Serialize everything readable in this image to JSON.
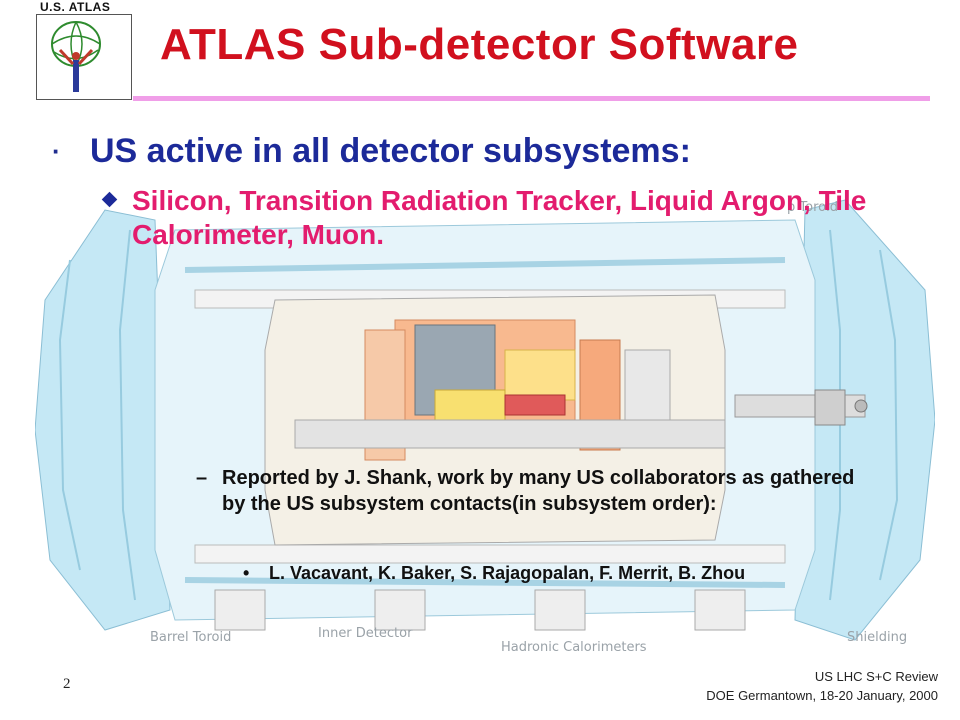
{
  "logo": {
    "text": "U.S. ATLAS"
  },
  "title": "ATLAS Sub-detector Software",
  "colors": {
    "title": "#d1101e",
    "primary_text": "#1c2a99",
    "secondary_text": "#e31c6e",
    "rule": "#f09ee8"
  },
  "bullets": {
    "level1": {
      "icon": "bullet-dot-icon",
      "text": "US active in all detector subsystems:"
    },
    "level2": {
      "icon": "diamond-bullet-icon",
      "text": "Silicon, Transition Radiation Tracker, Liquid Argon, Tile Calorimeter, Muon."
    },
    "level3": {
      "marker": "–",
      "text": "Reported by J. Shank, work by many US collaborators as gathered by the US subsystem contacts(in subsystem order):"
    },
    "level4": {
      "marker": "•",
      "text": "L. Vacavant, K. Baker, S. Rajagopalan, F. Merrit, B. Zhou"
    }
  },
  "detector_labels": {
    "barrel_toroid": "Barrel Toroid",
    "inner_detector": "Inner Detector",
    "hadronic_calorimeters": "Hadronic Calorimeters",
    "shielding": "Shielding",
    "endcap_toroid_fragment": "p Toroid"
  },
  "footer": {
    "page_number": "2",
    "line1": "US LHC S+C Review",
    "line2": "DOE Germantown, 18-20 January, 2000"
  }
}
